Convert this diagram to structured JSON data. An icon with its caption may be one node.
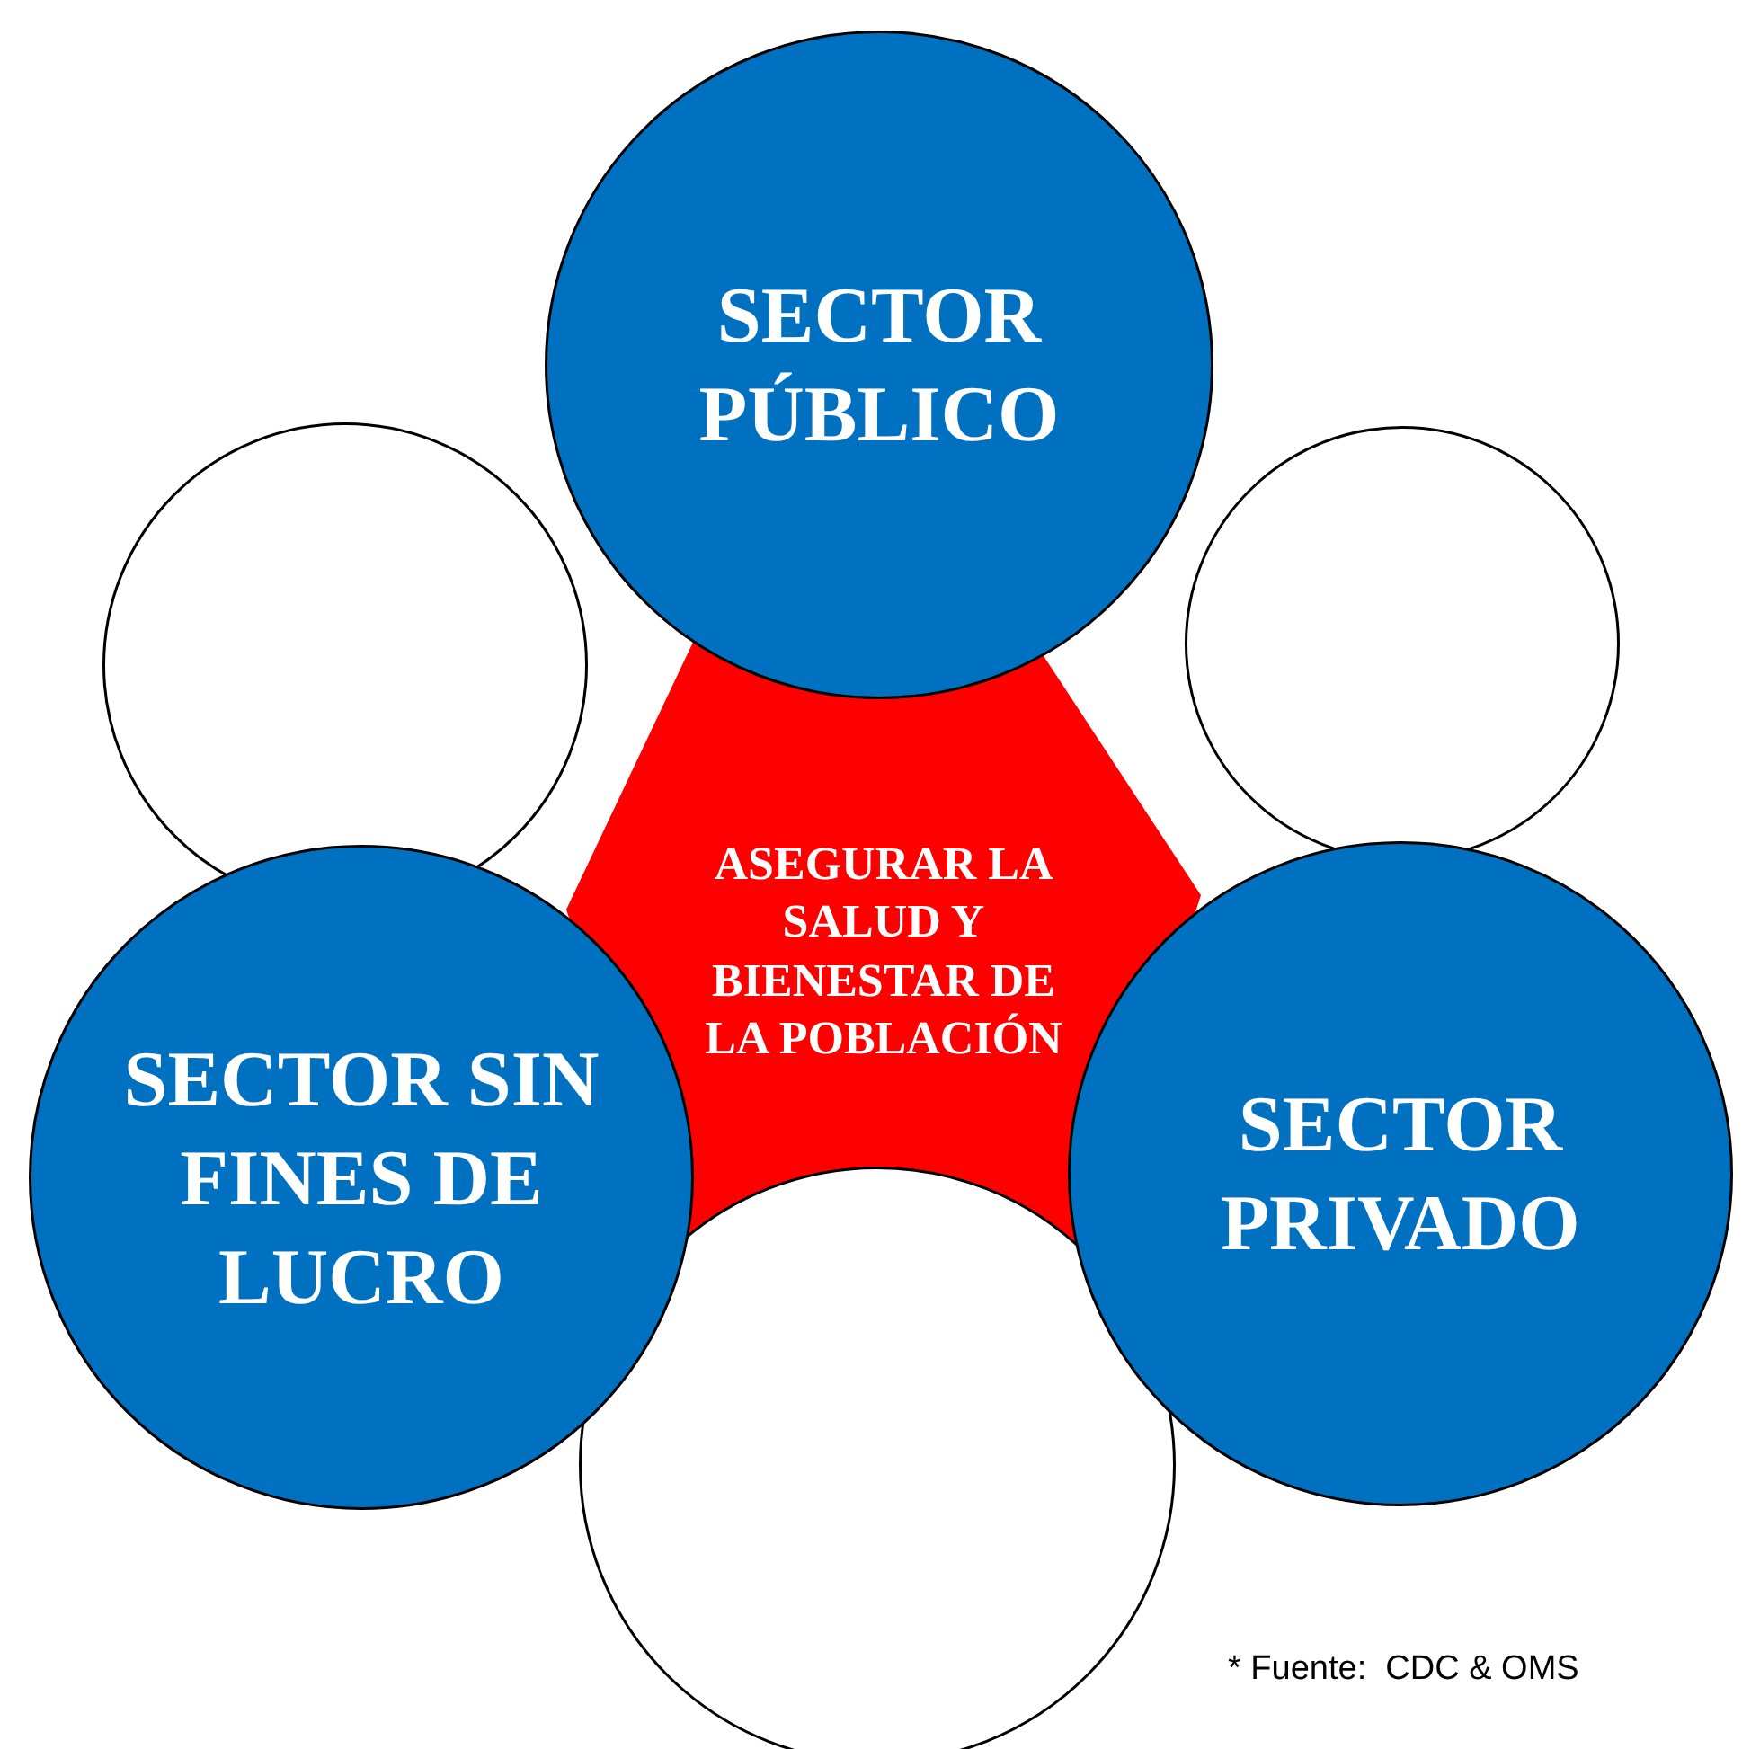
{
  "diagram": {
    "nodes": [
      {
        "text": [
          "SECTOR PÚBLICO"
        ]
      },
      {
        "text": [],
        "shape": "circle"
      },
      {
        "text": [],
        "shape": "circle"
      },
      {
        "text": [
          "ASEGURAR LA SALUD Y BIENESTAR DE LA POBLACIÓN"
        ]
      },
      {
        "text": [
          "SECTOR SIN FINES DE LUCRO"
        ]
      },
      {
        "text": [
          "SECTOR PRIVADO"
        ]
      },
      {
        "text": [],
        "shape": "circle"
      }
    ],
    "labels": [
      "* Fuente:  CDC & OMS"
    ]
  }
}
